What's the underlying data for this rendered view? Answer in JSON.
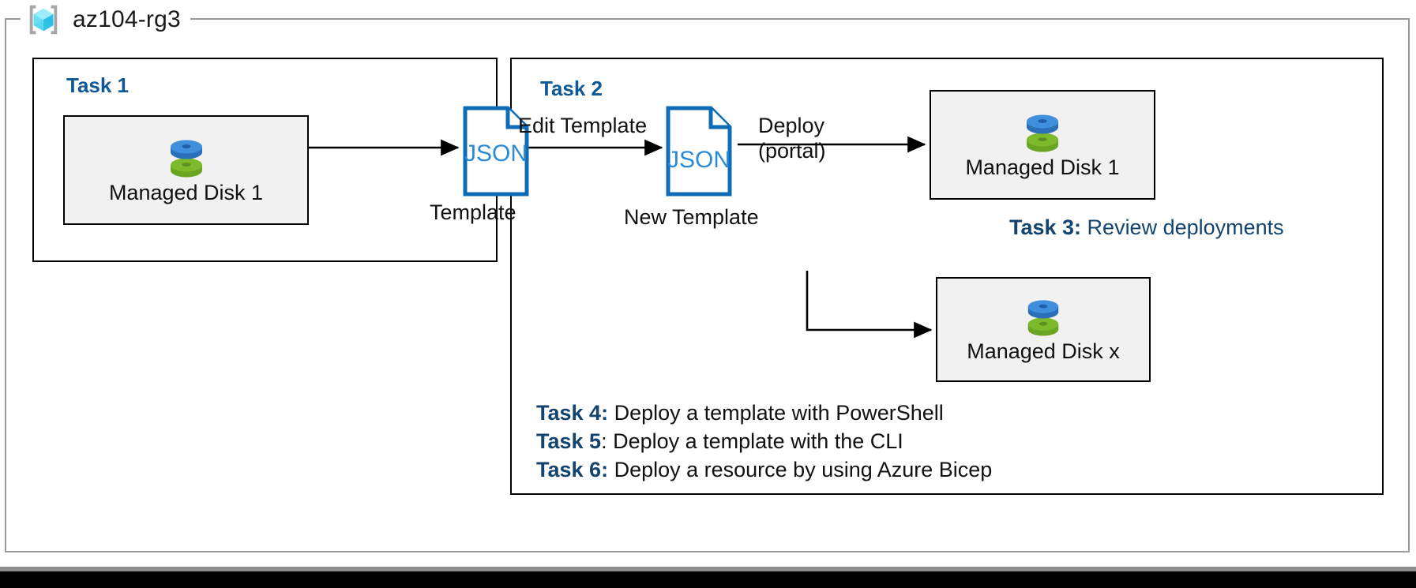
{
  "frame": {
    "title": "az104-rg3",
    "icon": "azure-resource-group-icon",
    "border_color": "#9a9a9a"
  },
  "colors": {
    "task_heading_blue": "#0f5a96",
    "task_caption_blue": "#13446e",
    "json_blue": "#0e6cb6",
    "resource_box_fill": "#f1f1f1",
    "border_black": "#000000",
    "disk_top_blue": "#3f8fdc",
    "disk_bottom_green": "#7cb92b"
  },
  "task1": {
    "heading": "Task 1",
    "disk_box": {
      "label": "Managed Disk 1",
      "icon": "managed-disk-icon"
    },
    "template_doc": {
      "icon_text": "JSON",
      "caption": "Template"
    },
    "arrow_label": ""
  },
  "task2": {
    "heading": "Task 2",
    "edit_label": "Edit Template",
    "new_template_doc": {
      "icon_text": "JSON",
      "caption": "New Template"
    },
    "deploy_label_line1": "Deploy",
    "deploy_label_line2": "(portal)",
    "disk_box_top": {
      "label": "Managed Disk 1",
      "icon": "managed-disk-icon"
    },
    "disk_box_bottom": {
      "label": "Managed Disk x",
      "icon": "managed-disk-icon"
    }
  },
  "task3": {
    "key": "Task 3:",
    "text": " Review deployments"
  },
  "task_list": [
    {
      "key": "Task 4",
      "sep": ":",
      "sep_style": "blue",
      "text": " Deploy a template with PowerShell"
    },
    {
      "key": "Task 5",
      "sep": ":",
      "sep_style": "black",
      "text": " Deploy a template with the CLI"
    },
    {
      "key": "Task 6",
      "sep": ":",
      "sep_style": "blue",
      "text": " Deploy a resource by using Azure Bicep"
    }
  ]
}
